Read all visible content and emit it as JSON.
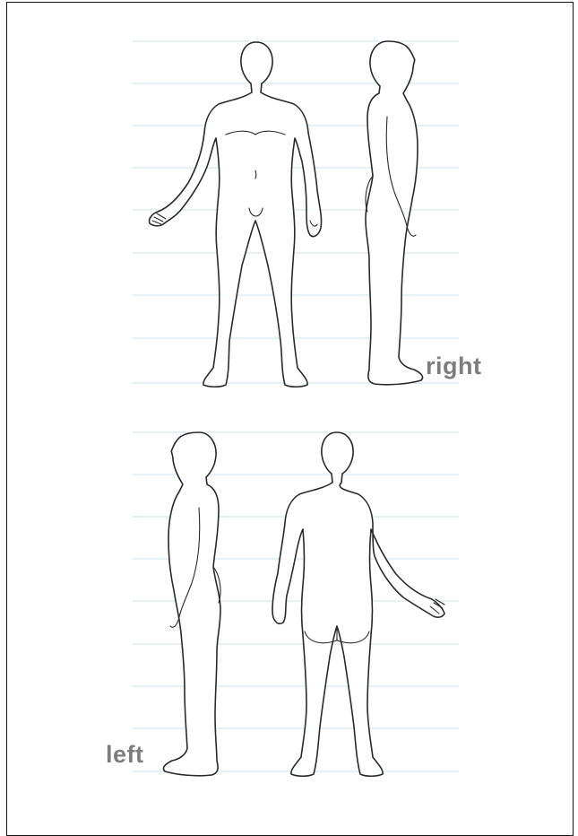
{
  "labels": {
    "right": "right",
    "left": "left"
  },
  "colors": {
    "guide_line": "#cfe0ea",
    "outline": "#2a2a2a",
    "label_text": "#7d7d7d",
    "frame": "#111111"
  },
  "views": [
    "front",
    "right",
    "left",
    "back"
  ]
}
